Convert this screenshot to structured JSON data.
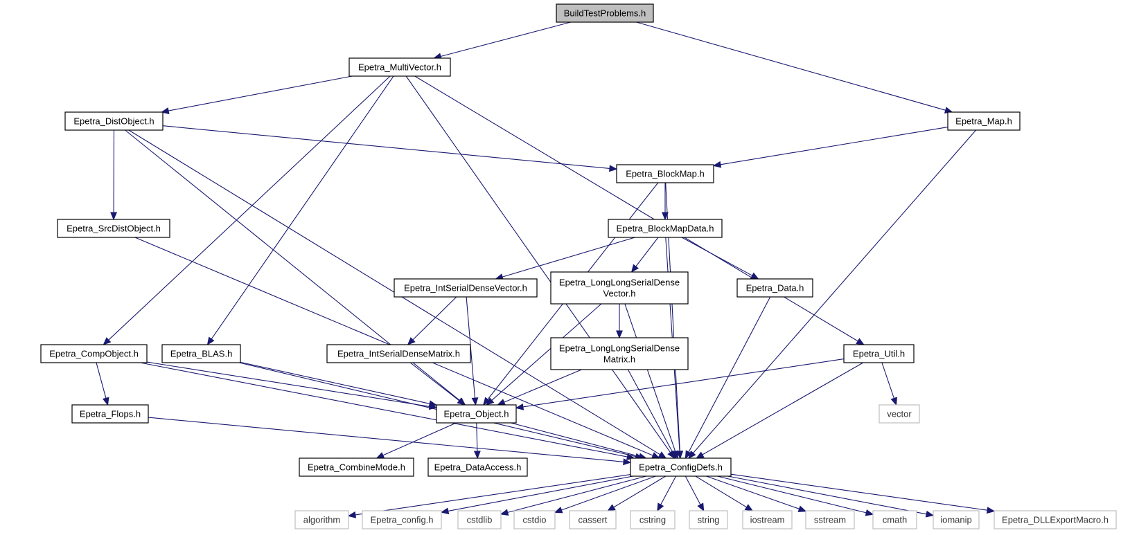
{
  "diagram": {
    "nodes": [
      {
        "id": "root",
        "label": "BuildTestProblems.h",
        "kind": "root"
      },
      {
        "id": "mv",
        "label": "Epetra_MultiVector.h",
        "kind": "file"
      },
      {
        "id": "distobj",
        "label": "Epetra_DistObject.h",
        "kind": "file"
      },
      {
        "id": "map",
        "label": "Epetra_Map.h",
        "kind": "file"
      },
      {
        "id": "blockmap",
        "label": "Epetra_BlockMap.h",
        "kind": "file"
      },
      {
        "id": "srcdist",
        "label": "Epetra_SrcDistObject.h",
        "kind": "file"
      },
      {
        "id": "blockmapdata",
        "label": "Epetra_BlockMapData.h",
        "kind": "file"
      },
      {
        "id": "isdv",
        "label": "Epetra_IntSerialDenseVector.h",
        "kind": "file"
      },
      {
        "id": "llsdv",
        "label": "Epetra_LongLongSerialDense\nVector.h",
        "kind": "file"
      },
      {
        "id": "data",
        "label": "Epetra_Data.h",
        "kind": "file"
      },
      {
        "id": "compobj",
        "label": "Epetra_CompObject.h",
        "kind": "file"
      },
      {
        "id": "blas",
        "label": "Epetra_BLAS.h",
        "kind": "file"
      },
      {
        "id": "isdm",
        "label": "Epetra_IntSerialDenseMatrix.h",
        "kind": "file"
      },
      {
        "id": "llsdm",
        "label": "Epetra_LongLongSerialDense\nMatrix.h",
        "kind": "file"
      },
      {
        "id": "util",
        "label": "Epetra_Util.h",
        "kind": "file"
      },
      {
        "id": "flops",
        "label": "Epetra_Flops.h",
        "kind": "file"
      },
      {
        "id": "object",
        "label": "Epetra_Object.h",
        "kind": "file"
      },
      {
        "id": "vector",
        "label": "vector",
        "kind": "external"
      },
      {
        "id": "combine",
        "label": "Epetra_CombineMode.h",
        "kind": "file"
      },
      {
        "id": "dataaccess",
        "label": "Epetra_DataAccess.h",
        "kind": "file"
      },
      {
        "id": "configdefs",
        "label": "Epetra_ConfigDefs.h",
        "kind": "file"
      },
      {
        "id": "algorithm",
        "label": "algorithm",
        "kind": "external"
      },
      {
        "id": "config",
        "label": "Epetra_config.h",
        "kind": "external"
      },
      {
        "id": "cstdlib",
        "label": "cstdlib",
        "kind": "external"
      },
      {
        "id": "cstdio",
        "label": "cstdio",
        "kind": "external"
      },
      {
        "id": "cassert",
        "label": "cassert",
        "kind": "external"
      },
      {
        "id": "cstring",
        "label": "cstring",
        "kind": "external"
      },
      {
        "id": "string",
        "label": "string",
        "kind": "external"
      },
      {
        "id": "iostream",
        "label": "iostream",
        "kind": "external"
      },
      {
        "id": "sstream",
        "label": "sstream",
        "kind": "external"
      },
      {
        "id": "cmath",
        "label": "cmath",
        "kind": "external"
      },
      {
        "id": "iomanip",
        "label": "iomanip",
        "kind": "external"
      },
      {
        "id": "dllexport",
        "label": "Epetra_DLLExportMacro.h",
        "kind": "external"
      }
    ],
    "edges": [
      {
        "from": "root",
        "to": "mv"
      },
      {
        "from": "root",
        "to": "map"
      },
      {
        "from": "mv",
        "to": "distobj"
      },
      {
        "from": "mv",
        "to": "compobj"
      },
      {
        "from": "mv",
        "to": "blas"
      },
      {
        "from": "mv",
        "to": "util"
      },
      {
        "from": "mv",
        "to": "configdefs"
      },
      {
        "from": "map",
        "to": "blockmap"
      },
      {
        "from": "map",
        "to": "configdefs"
      },
      {
        "from": "distobj",
        "to": "blockmap"
      },
      {
        "from": "distobj",
        "to": "srcdist"
      },
      {
        "from": "distobj",
        "to": "object"
      },
      {
        "from": "distobj",
        "to": "configdefs"
      },
      {
        "from": "srcdist",
        "to": "configdefs"
      },
      {
        "from": "blockmap",
        "to": "blockmapdata"
      },
      {
        "from": "blockmap",
        "to": "object"
      },
      {
        "from": "blockmap",
        "to": "configdefs"
      },
      {
        "from": "blockmapdata",
        "to": "isdv"
      },
      {
        "from": "blockmapdata",
        "to": "llsdv"
      },
      {
        "from": "blockmapdata",
        "to": "data"
      },
      {
        "from": "blockmapdata",
        "to": "configdefs"
      },
      {
        "from": "isdv",
        "to": "isdm"
      },
      {
        "from": "isdv",
        "to": "object"
      },
      {
        "from": "llsdv",
        "to": "llsdm"
      },
      {
        "from": "llsdv",
        "to": "object"
      },
      {
        "from": "llsdv",
        "to": "configdefs"
      },
      {
        "from": "data",
        "to": "configdefs"
      },
      {
        "from": "compobj",
        "to": "flops"
      },
      {
        "from": "compobj",
        "to": "object"
      },
      {
        "from": "compobj",
        "to": "configdefs"
      },
      {
        "from": "blas",
        "to": "object"
      },
      {
        "from": "blas",
        "to": "configdefs"
      },
      {
        "from": "isdm",
        "to": "object"
      },
      {
        "from": "llsdm",
        "to": "object"
      },
      {
        "from": "llsdm",
        "to": "configdefs"
      },
      {
        "from": "util",
        "to": "object"
      },
      {
        "from": "util",
        "to": "vector"
      },
      {
        "from": "util",
        "to": "configdefs"
      },
      {
        "from": "flops",
        "to": "configdefs"
      },
      {
        "from": "object",
        "to": "combine"
      },
      {
        "from": "object",
        "to": "dataaccess"
      },
      {
        "from": "object",
        "to": "configdefs"
      },
      {
        "from": "configdefs",
        "to": "algorithm"
      },
      {
        "from": "configdefs",
        "to": "config"
      },
      {
        "from": "configdefs",
        "to": "cstdlib"
      },
      {
        "from": "configdefs",
        "to": "cstdio"
      },
      {
        "from": "configdefs",
        "to": "cassert"
      },
      {
        "from": "configdefs",
        "to": "cstring"
      },
      {
        "from": "configdefs",
        "to": "string"
      },
      {
        "from": "configdefs",
        "to": "iostream"
      },
      {
        "from": "configdefs",
        "to": "sstream"
      },
      {
        "from": "configdefs",
        "to": "cmath"
      },
      {
        "from": "configdefs",
        "to": "iomanip"
      },
      {
        "from": "configdefs",
        "to": "dllexport"
      }
    ]
  }
}
